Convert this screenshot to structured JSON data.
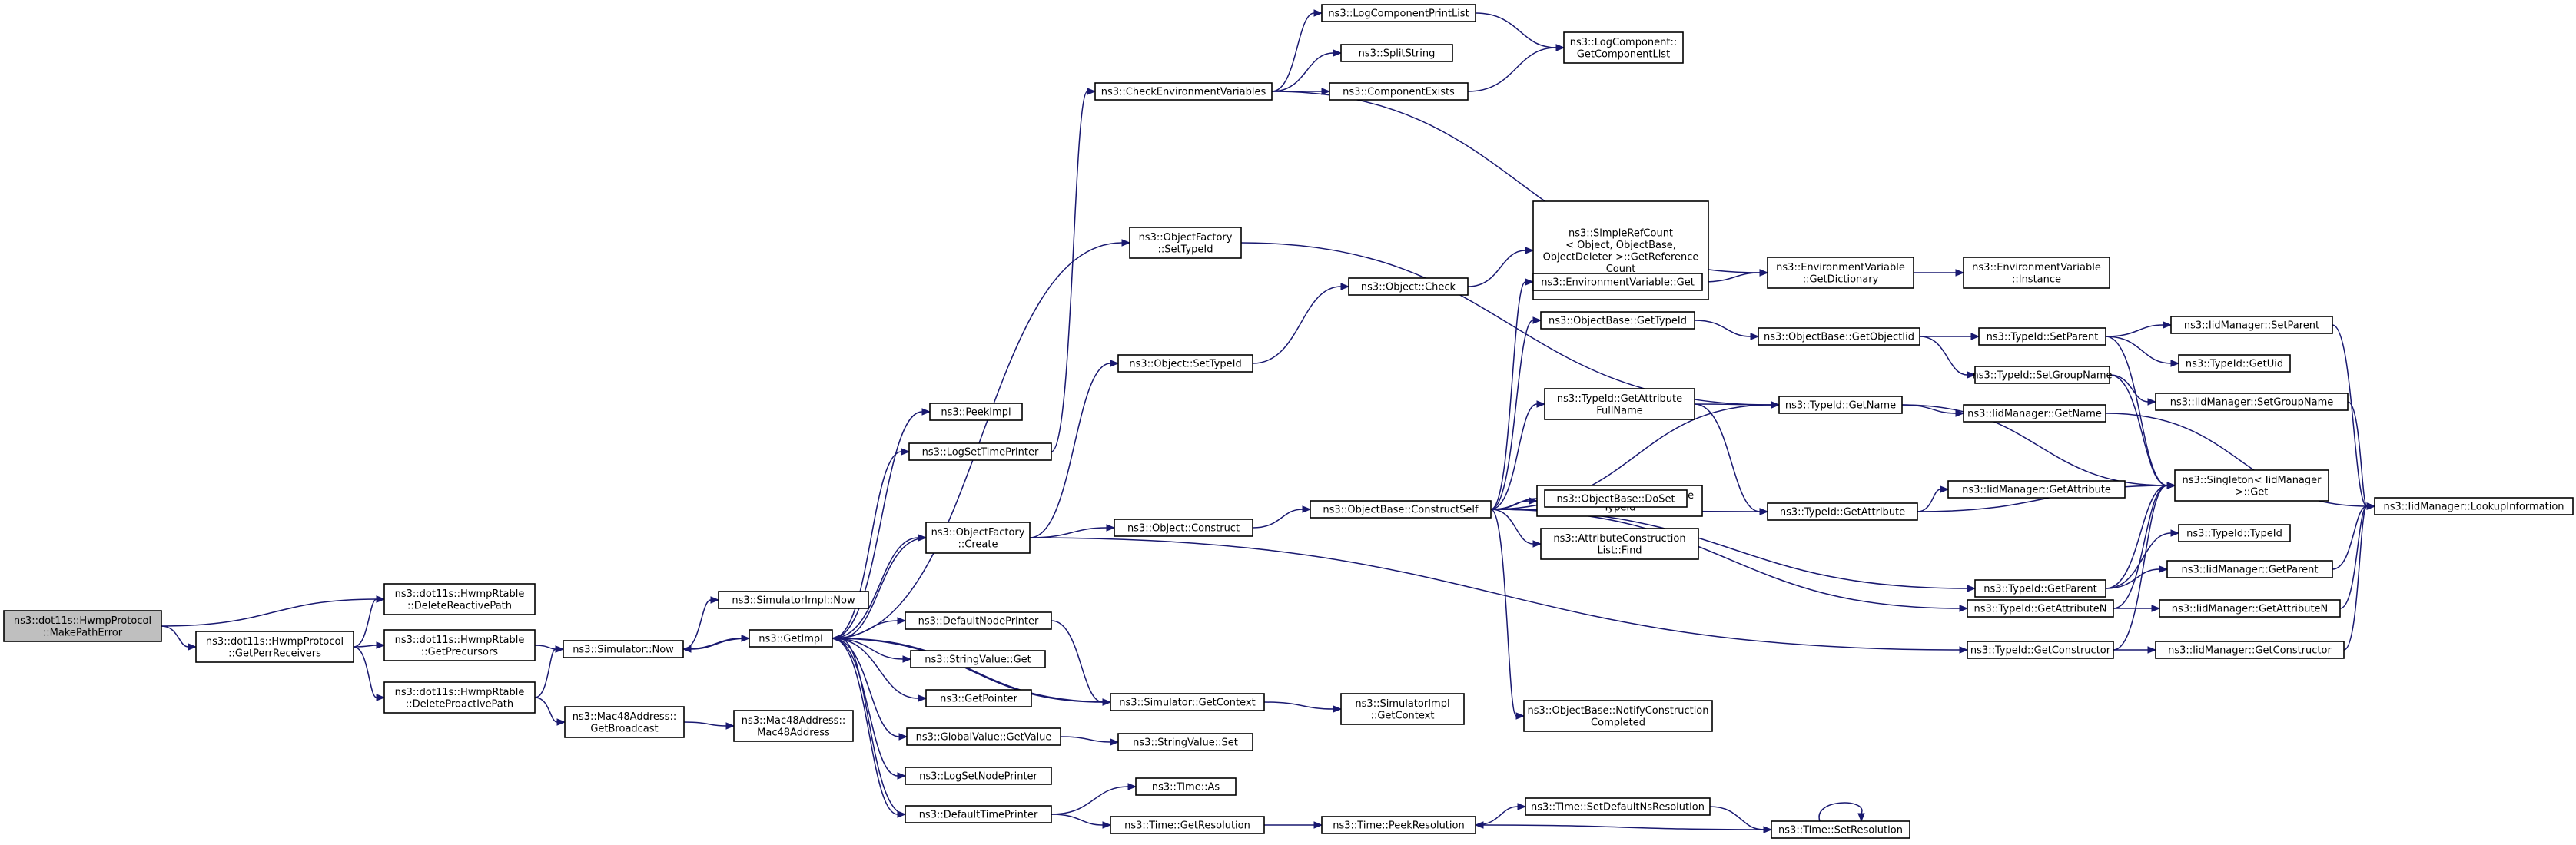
{
  "nodes": [
    {
      "id": "make_path_error",
      "label": [
        "ns3::dot11s::HwmpProtocol",
        "::MakePathError"
      ],
      "root": true
    },
    {
      "id": "delete_reactive",
      "label": [
        "ns3::dot11s::HwmpRtable",
        "::DeleteReactivePath"
      ]
    },
    {
      "id": "get_perr_receivers",
      "label": [
        "ns3::dot11s::HwmpProtocol",
        "::GetPerrReceivers"
      ]
    },
    {
      "id": "get_precursors",
      "label": [
        "ns3::dot11s::HwmpRtable",
        "::GetPrecursors"
      ]
    },
    {
      "id": "delete_proactive",
      "label": [
        "ns3::dot11s::HwmpRtable",
        "::DeleteProactivePath"
      ]
    },
    {
      "id": "simulator_now",
      "label": [
        "ns3::Simulator::Now"
      ]
    },
    {
      "id": "mac48_broadcast",
      "label": [
        "ns3::Mac48Address::",
        "GetBroadcast"
      ]
    },
    {
      "id": "mac48_ctor",
      "label": [
        "ns3::Mac48Address::",
        "Mac48Address"
      ]
    },
    {
      "id": "simimpl_now",
      "label": [
        "ns3::SimulatorImpl::Now"
      ]
    },
    {
      "id": "get_impl",
      "label": [
        "ns3::GetImpl"
      ]
    },
    {
      "id": "peek_impl",
      "label": [
        "ns3::PeekImpl"
      ]
    },
    {
      "id": "log_set_time_printer",
      "label": [
        "ns3::LogSetTimePrinter"
      ]
    },
    {
      "id": "objfactory_create",
      "label": [
        "ns3::ObjectFactory",
        "::Create"
      ]
    },
    {
      "id": "default_node_printer",
      "label": [
        "ns3::DefaultNodePrinter"
      ]
    },
    {
      "id": "stringvalue_get",
      "label": [
        "ns3::StringValue::Get"
      ]
    },
    {
      "id": "get_pointer",
      "label": [
        "ns3::GetPointer"
      ]
    },
    {
      "id": "globalvalue_getvalue",
      "label": [
        "ns3::GlobalValue::GetValue"
      ]
    },
    {
      "id": "log_set_node_printer",
      "label": [
        "ns3::LogSetNodePrinter"
      ]
    },
    {
      "id": "default_time_printer",
      "label": [
        "ns3::DefaultTimePrinter"
      ]
    },
    {
      "id": "check_env_vars",
      "label": [
        "ns3::CheckEnvironmentVariables"
      ]
    },
    {
      "id": "objfactory_settypeid",
      "label": [
        "ns3::ObjectFactory",
        "::SetTypeId"
      ]
    },
    {
      "id": "object_settypeid",
      "label": [
        "ns3::Object::SetTypeId"
      ]
    },
    {
      "id": "object_construct",
      "label": [
        "ns3::Object::Construct"
      ]
    },
    {
      "id": "simulator_getcontext",
      "label": [
        "ns3::Simulator::GetContext"
      ]
    },
    {
      "id": "stringvalue_set",
      "label": [
        "ns3::StringValue::Set"
      ]
    },
    {
      "id": "time_as",
      "label": [
        "ns3::Time::As"
      ]
    },
    {
      "id": "time_getresolution",
      "label": [
        "ns3::Time::GetResolution"
      ]
    },
    {
      "id": "log_component_print_list",
      "label": [
        "ns3::LogComponentPrintList"
      ]
    },
    {
      "id": "split_string",
      "label": [
        "ns3::SplitString"
      ]
    },
    {
      "id": "component_exists",
      "label": [
        "ns3::ComponentExists"
      ]
    },
    {
      "id": "object_check",
      "label": [
        "ns3::Object::Check"
      ]
    },
    {
      "id": "objectbase_constructself",
      "label": [
        "ns3::ObjectBase::ConstructSelf"
      ]
    },
    {
      "id": "simimpl_getcontext",
      "label": [
        "ns3::SimulatorImpl",
        "::GetContext"
      ]
    },
    {
      "id": "time_peekresolution",
      "label": [
        "ns3::Time::PeekResolution"
      ]
    },
    {
      "id": "logcomponent_getlist",
      "label": [
        "ns3::LogComponent::",
        "GetComponentList"
      ]
    },
    {
      "id": "simple_ref_count",
      "label": [
        "ns3::SimpleRefCount",
        "< Object, ObjectBase,",
        "ObjectDeleter >::GetReference",
        "Count"
      ]
    },
    {
      "id": "envvar_get",
      "label": [
        "ns3::EnvironmentVariable::Get"
      ]
    },
    {
      "id": "objectbase_gettypeid",
      "label": [
        "ns3::ObjectBase::GetTypeId"
      ]
    },
    {
      "id": "typeid_getattrfullname",
      "label": [
        "ns3::TypeId::GetAttribute",
        "FullName"
      ]
    },
    {
      "id": "objectbase_getinstancetypeid",
      "label": [
        "ns3::ObjectBase::GetInstance",
        "TypeId"
      ]
    },
    {
      "id": "objectbase_doset",
      "label": [
        "ns3::ObjectBase::DoSet"
      ]
    },
    {
      "id": "attrconstruction_find",
      "label": [
        "ns3::AttributeConstruction",
        "List::Find"
      ]
    },
    {
      "id": "objectbase_notify",
      "label": [
        "ns3::ObjectBase::NotifyConstruction",
        "Completed"
      ]
    },
    {
      "id": "time_setdefaultnsres",
      "label": [
        "ns3::Time::SetDefaultNsResolution"
      ]
    },
    {
      "id": "time_setresolution",
      "label": [
        "ns3::Time::SetResolution"
      ]
    },
    {
      "id": "envvar_getdictionary",
      "label": [
        "ns3::EnvironmentVariable",
        "::GetDictionary"
      ]
    },
    {
      "id": "envvar_instance",
      "label": [
        "ns3::EnvironmentVariable",
        "::Instance"
      ]
    },
    {
      "id": "objectbase_getobjectiid",
      "label": [
        "ns3::ObjectBase::GetObjectIid"
      ]
    },
    {
      "id": "typeid_getname",
      "label": [
        "ns3::TypeId::GetName"
      ]
    },
    {
      "id": "typeid_getattribute",
      "label": [
        "ns3::TypeId::GetAttribute"
      ]
    },
    {
      "id": "typeid_getparent",
      "label": [
        "ns3::TypeId::GetParent"
      ]
    },
    {
      "id": "typeid_getattributen",
      "label": [
        "ns3::TypeId::GetAttributeN"
      ]
    },
    {
      "id": "typeid_getconstructor",
      "label": [
        "ns3::TypeId::GetConstructor"
      ]
    },
    {
      "id": "typeid_setparent",
      "label": [
        "ns3::TypeId::SetParent"
      ]
    },
    {
      "id": "typeid_setgroupname",
      "label": [
        "ns3::TypeId::SetGroupName"
      ]
    },
    {
      "id": "iidmanager_getname",
      "label": [
        "ns3::IidManager::GetName"
      ]
    },
    {
      "id": "iidmanager_getattribute",
      "label": [
        "ns3::IidManager::GetAttribute"
      ]
    },
    {
      "id": "singleton_get",
      "label": [
        "ns3::Singleton< IidManager",
        ">::Get"
      ]
    },
    {
      "id": "typeid_typeid",
      "label": [
        "ns3::TypeId::TypeId"
      ]
    },
    {
      "id": "iidmanager_setparent",
      "label": [
        "ns3::IidManager::SetParent"
      ]
    },
    {
      "id": "typeid_getuid",
      "label": [
        "ns3::TypeId::GetUid"
      ]
    },
    {
      "id": "iidmanager_setgroupname",
      "label": [
        "ns3::IidManager::SetGroupName"
      ]
    },
    {
      "id": "iidmanager_getparent",
      "label": [
        "ns3::IidManager::GetParent"
      ]
    },
    {
      "id": "iidmanager_getattributen",
      "label": [
        "ns3::IidManager::GetAttributeN"
      ]
    },
    {
      "id": "iidmanager_getconstructor",
      "label": [
        "ns3::IidManager::GetConstructor"
      ]
    },
    {
      "id": "iidmanager_lookupinfo",
      "label": [
        "ns3::IidManager::LookupInformation"
      ]
    }
  ],
  "edges": [
    [
      "make_path_error",
      "delete_reactive"
    ],
    [
      "make_path_error",
      "get_perr_receivers"
    ],
    [
      "get_perr_receivers",
      "delete_reactive"
    ],
    [
      "get_perr_receivers",
      "get_precursors"
    ],
    [
      "get_perr_receivers",
      "delete_proactive"
    ],
    [
      "get_precursors",
      "simulator_now"
    ],
    [
      "delete_proactive",
      "simulator_now"
    ],
    [
      "delete_proactive",
      "mac48_broadcast"
    ],
    [
      "mac48_broadcast",
      "mac48_ctor"
    ],
    [
      "simulator_now",
      "simimpl_now"
    ],
    [
      "simulator_now",
      "get_impl"
    ],
    [
      "get_impl",
      "peek_impl"
    ],
    [
      "get_impl",
      "log_set_time_printer"
    ],
    [
      "get_impl",
      "objfactory_create"
    ],
    [
      "get_impl",
      "default_node_printer"
    ],
    [
      "get_impl",
      "stringvalue_get"
    ],
    [
      "get_impl",
      "get_pointer"
    ],
    [
      "get_impl",
      "globalvalue_getvalue"
    ],
    [
      "get_impl",
      "log_set_node_printer"
    ],
    [
      "get_impl",
      "default_time_printer"
    ],
    [
      "get_impl",
      "simulator_getcontext"
    ],
    [
      "get_impl",
      "objfactory_settypeid"
    ],
    [
      "get_impl",
      "simulator_now"
    ],
    [
      "log_set_time_printer",
      "check_env_vars"
    ],
    [
      "objfactory_create",
      "object_settypeid"
    ],
    [
      "objfactory_create",
      "object_construct"
    ],
    [
      "objfactory_create",
      "typeid_getconstructor"
    ],
    [
      "objfactory_create",
      "get_impl"
    ],
    [
      "default_node_printer",
      "simulator_getcontext"
    ],
    [
      "globalvalue_getvalue",
      "stringvalue_set"
    ],
    [
      "default_time_printer",
      "time_as"
    ],
    [
      "default_time_printer",
      "time_getresolution"
    ],
    [
      "default_time_printer",
      "get_impl"
    ],
    [
      "simulator_getcontext",
      "simimpl_getcontext"
    ],
    [
      "simulator_getcontext",
      "get_impl"
    ],
    [
      "check_env_vars",
      "log_component_print_list"
    ],
    [
      "check_env_vars",
      "split_string"
    ],
    [
      "check_env_vars",
      "component_exists"
    ],
    [
      "check_env_vars",
      "envvar_getdictionary"
    ],
    [
      "log_component_print_list",
      "logcomponent_getlist"
    ],
    [
      "component_exists",
      "logcomponent_getlist"
    ],
    [
      "objfactory_settypeid",
      "typeid_getname"
    ],
    [
      "object_settypeid",
      "object_check"
    ],
    [
      "object_check",
      "simple_ref_count"
    ],
    [
      "object_construct",
      "objectbase_constructself"
    ],
    [
      "objectbase_constructself",
      "envvar_get"
    ],
    [
      "objectbase_constructself",
      "objectbase_gettypeid"
    ],
    [
      "objectbase_constructself",
      "typeid_getname"
    ],
    [
      "objectbase_constructself",
      "typeid_getattrfullname"
    ],
    [
      "objectbase_constructself",
      "objectbase_getinstancetypeid"
    ],
    [
      "objectbase_constructself",
      "objectbase_doset"
    ],
    [
      "objectbase_constructself",
      "attrconstruction_find"
    ],
    [
      "objectbase_constructself",
      "typeid_getattribute"
    ],
    [
      "objectbase_constructself",
      "typeid_getparent"
    ],
    [
      "objectbase_constructself",
      "typeid_getattributen"
    ],
    [
      "objectbase_constructself",
      "objectbase_notify"
    ],
    [
      "envvar_get",
      "envvar_getdictionary"
    ],
    [
      "envvar_getdictionary",
      "envvar_instance"
    ],
    [
      "objectbase_gettypeid",
      "objectbase_getobjectiid"
    ],
    [
      "objectbase_getobjectiid",
      "typeid_setparent"
    ],
    [
      "objectbase_getobjectiid",
      "typeid_setgroupname"
    ],
    [
      "typeid_getattrfullname",
      "typeid_getname"
    ],
    [
      "typeid_getattrfullname",
      "typeid_getattribute"
    ],
    [
      "typeid_getname",
      "iidmanager_getname"
    ],
    [
      "typeid_getname",
      "singleton_get"
    ],
    [
      "typeid_getattribute",
      "iidmanager_getattribute"
    ],
    [
      "typeid_getattribute",
      "singleton_get"
    ],
    [
      "typeid_getparent",
      "typeid_typeid"
    ],
    [
      "typeid_getparent",
      "iidmanager_getparent"
    ],
    [
      "typeid_getparent",
      "singleton_get"
    ],
    [
      "typeid_getattributen",
      "iidmanager_getattributen"
    ],
    [
      "typeid_getattributen",
      "singleton_get"
    ],
    [
      "typeid_getconstructor",
      "iidmanager_getconstructor"
    ],
    [
      "typeid_getconstructor",
      "singleton_get"
    ],
    [
      "typeid_setparent",
      "iidmanager_setparent"
    ],
    [
      "typeid_setparent",
      "typeid_getuid"
    ],
    [
      "typeid_setparent",
      "singleton_get"
    ],
    [
      "typeid_setgroupname",
      "iidmanager_setgroupname"
    ],
    [
      "typeid_setgroupname",
      "singleton_get"
    ],
    [
      "iidmanager_getname",
      "iidmanager_lookupinfo"
    ],
    [
      "iidmanager_setparent",
      "iidmanager_lookupinfo"
    ],
    [
      "iidmanager_setgroupname",
      "iidmanager_lookupinfo"
    ],
    [
      "iidmanager_getparent",
      "iidmanager_lookupinfo"
    ],
    [
      "iidmanager_getattributen",
      "iidmanager_lookupinfo"
    ],
    [
      "iidmanager_getconstructor",
      "iidmanager_lookupinfo"
    ],
    [
      "time_getresolution",
      "time_peekresolution"
    ],
    [
      "time_peekresolution",
      "time_setdefaultnsres"
    ],
    [
      "time_setdefaultnsres",
      "time_setresolution"
    ],
    [
      "time_setresolution",
      "time_peekresolution"
    ],
    [
      "time_setresolution",
      "time_setresolution"
    ]
  ]
}
